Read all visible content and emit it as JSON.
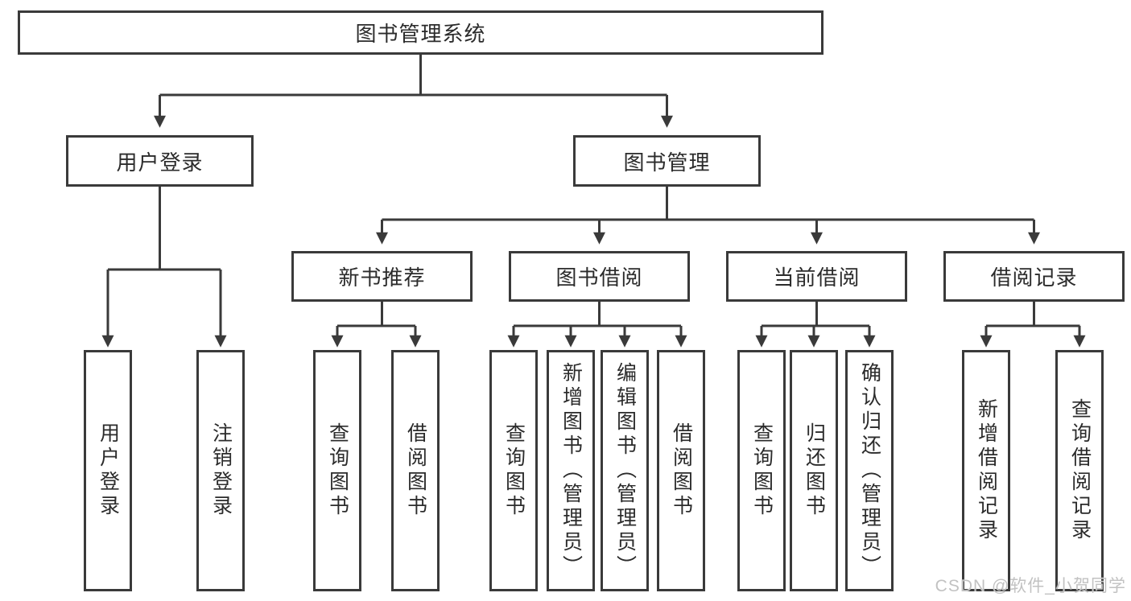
{
  "diagram_title": "图书管理系统",
  "colors": {
    "line": "#3a3a3a",
    "box_fill": "#ffffff",
    "text": "#2b2b2b",
    "watermark": "#c2c2c2"
  },
  "nodes": {
    "root": "图书管理系统",
    "user_login": "用户登录",
    "book_management": "图书管理",
    "new_book_recommend": "新书推荐",
    "book_borrowing": "图书借阅",
    "current_borrowing": "当前借阅",
    "borrow_records": "借阅记录",
    "leaves": {
      "user_login_leaf": "用户登录",
      "logout": "注销登录",
      "recommend_query_book": "查询图书",
      "recommend_borrow_book": "借阅图书",
      "borrowing_query_book": "查询图书",
      "borrowing_add_book": "新增图书（管理员）",
      "borrowing_edit_book": "编辑图书（管理员）",
      "borrowing_borrow_book": "借阅图书",
      "current_query_book": "查询图书",
      "current_return_book": "归还图书",
      "current_confirm_return": "确认归还（管理员）",
      "records_add_record": "新增借阅记录",
      "records_query_record": "查询借阅记录"
    }
  },
  "structure": [
    {
      "parent": "图书管理系统",
      "children": [
        "用户登录",
        "图书管理"
      ]
    },
    {
      "parent": "用户登录",
      "children": [
        "用户登录",
        "注销登录"
      ]
    },
    {
      "parent": "图书管理",
      "children": [
        "新书推荐",
        "图书借阅",
        "当前借阅",
        "借阅记录"
      ]
    },
    {
      "parent": "新书推荐",
      "children": [
        "查询图书",
        "借阅图书"
      ]
    },
    {
      "parent": "图书借阅",
      "children": [
        "查询图书",
        "新增图书（管理员）",
        "编辑图书（管理员）",
        "借阅图书"
      ]
    },
    {
      "parent": "当前借阅",
      "children": [
        "查询图书",
        "归还图书",
        "确认归还（管理员）"
      ]
    },
    {
      "parent": "借阅记录",
      "children": [
        "新增借阅记录",
        "查询借阅记录"
      ]
    }
  ],
  "watermark": {
    "text": "CSDN @软件_小贺同学"
  }
}
